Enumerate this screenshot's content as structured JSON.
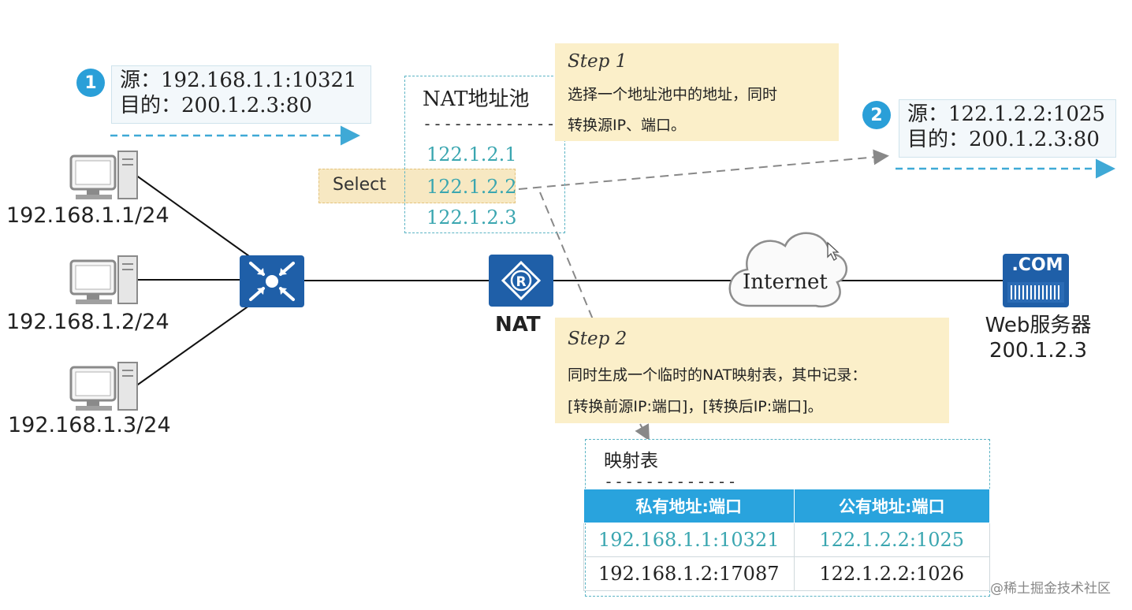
{
  "packet1": {
    "num": "1",
    "src": "源：192.168.1.1:10321",
    "dst": "目的：200.1.2.3:80"
  },
  "packet2": {
    "num": "2",
    "src": "源：122.1.2.2:1025",
    "dst": "目的：200.1.2.3:80"
  },
  "hosts": [
    {
      "label": "192.168.1.1/24"
    },
    {
      "label": "192.168.1.2/24"
    },
    {
      "label": "192.168.1.3/24"
    }
  ],
  "nat_pool": {
    "title": "NAT地址池",
    "separator": "-------------",
    "addresses": [
      "122.1.2.1",
      "122.1.2.2",
      "122.1.2.3"
    ],
    "select_label": "Select"
  },
  "step1": {
    "title": "Step 1",
    "lines": [
      "选择一个地址池中的地址，同时",
      "转换源IP、端口。"
    ]
  },
  "step2": {
    "title": "Step 2",
    "lines": [
      "同时生成一个临时的NAT映射表，其中记录：",
      "[转换前源IP:端口]，[转换后IP:端口]。"
    ]
  },
  "nat_device": {
    "label": "NAT",
    "icon": "router-icon"
  },
  "cloud": {
    "label": "Internet"
  },
  "server": {
    "badge": ".COM",
    "name": "Web服务器",
    "ip": "200.1.2.3"
  },
  "mapping_table": {
    "title": "映射表",
    "separator": "-------------",
    "headers": [
      "私有地址:端口",
      "公有地址:端口"
    ],
    "rows": [
      [
        "192.168.1.1:10321",
        "122.1.2.2:1025"
      ],
      [
        "192.168.1.2:17087",
        "122.1.2.2:1026"
      ]
    ]
  },
  "watermark": "@稀土掘金技术社区",
  "colors": {
    "accent_blue": "#29a3dd",
    "device_blue": "#1f5fa8",
    "teal_text": "#3aa6b0",
    "step_bg": "#fbefc9"
  }
}
